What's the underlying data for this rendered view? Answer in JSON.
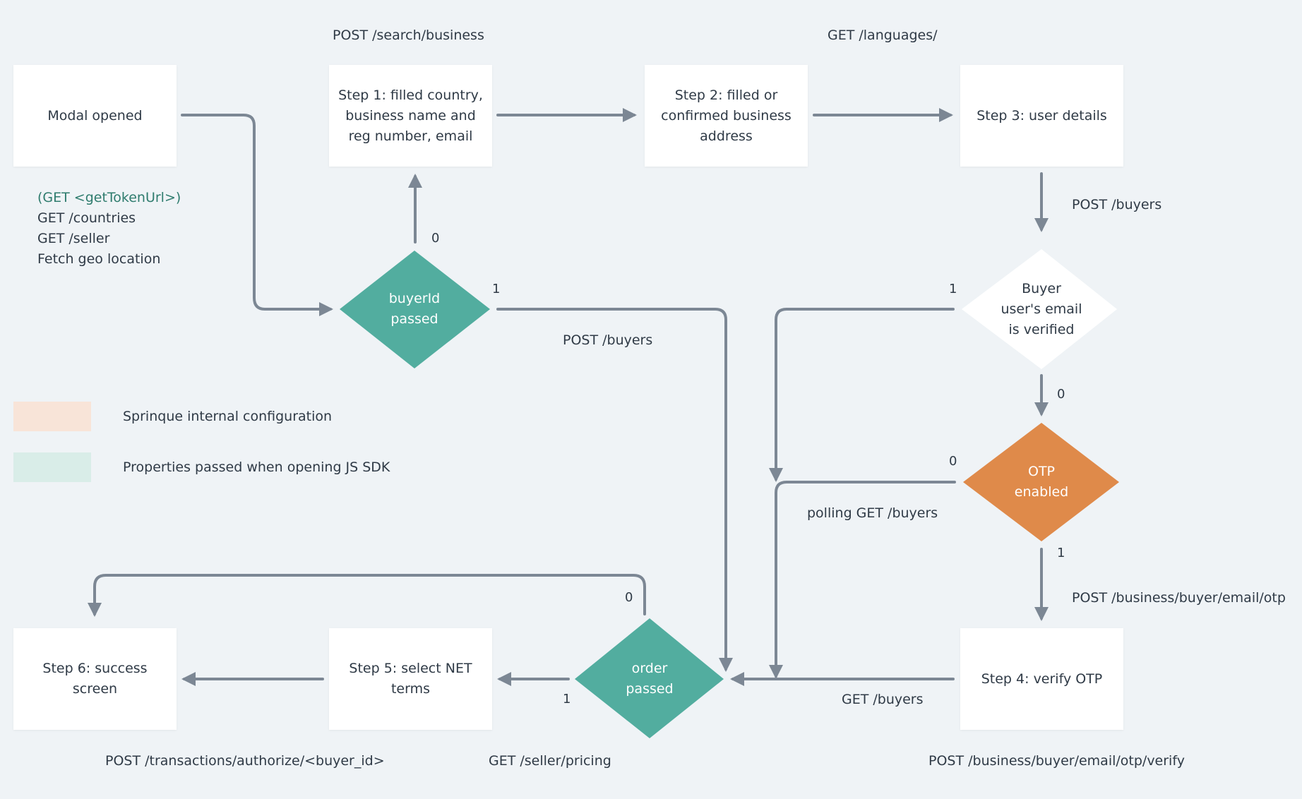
{
  "colors": {
    "background": "#eff3f6",
    "node": "#ffffff",
    "connector": "#7c8794",
    "teal_decision": "#52ad9f",
    "orange_decision": "#df8a4a",
    "legend_internal": "#f8e4d8",
    "legend_properties": "#d9ede8",
    "highlight_text": "#2f7c6e"
  },
  "nodes": {
    "modal_opened": "Modal opened",
    "step1": "Step 1: filled country,\nbusiness name and\nreg number, email",
    "step2": "Step 2: filled or\nconfirmed business\naddress",
    "step3": "Step 3: user details",
    "step4": "Step 4: verify OTP",
    "step5": "Step 5: select NET\nterms",
    "step6": "Step 6: success\nscreen"
  },
  "decisions": {
    "buyerid_passed": "buyerId\npassed",
    "email_verified": "Buyer\nuser's email\nis verified",
    "otp_enabled": "OTP\nenabled",
    "order_passed": "order\npassed"
  },
  "api_labels": {
    "search_business": "POST /search/business",
    "languages": "GET /languages/",
    "post_buyers_step3": "POST /buyers",
    "post_buyers_buyerid": "POST /buyers",
    "polling_buyers": "polling GET /buyers",
    "otp_email": "POST /business/buyer/email/otp",
    "get_buyers": "GET /buyers",
    "otp_verify": "POST /business/buyer/email/otp/verify",
    "seller_pricing": "GET /seller/pricing",
    "authorize": "POST /transactions/authorize/<buyer_id>"
  },
  "initial_calls": {
    "token": "(GET <getTokenUrl>)",
    "countries": "GET /countries",
    "seller": "GET /seller",
    "geo": "Fetch geo location"
  },
  "branch_labels": {
    "buyerid_0": "0",
    "buyerid_1": "1",
    "verified_1": "1",
    "verified_0": "0",
    "otp_0": "0",
    "otp_1": "1",
    "order_0": "0",
    "order_1": "1"
  },
  "legend": {
    "internal": "Sprinque internal configuration",
    "properties": "Properties passed when opening JS SDK"
  }
}
